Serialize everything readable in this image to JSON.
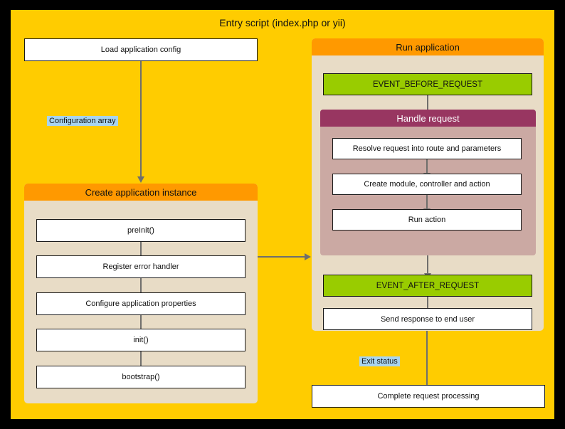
{
  "diagram": {
    "title": "Entry script (index.php or yii)",
    "colors": {
      "entry_panel": "#FFCC00",
      "group_header_orange": "#FF9900",
      "group_body_beige": "#E8DCC6",
      "handle_request_header": "#983661",
      "handle_request_body": "#CBA9A3",
      "event_box": "#99CC00",
      "edge_label_highlight": "#A8D4F0",
      "arrow": "#706F6C",
      "box_fill": "#FFFFFF",
      "background": "#000000"
    },
    "left_column": {
      "load_config_box": "Load application config",
      "edge_label": "Configuration array",
      "create_instance_group": {
        "header": "Create application instance",
        "steps": [
          "preInit()",
          "Register error handler",
          "Configure application properties",
          "init()",
          "bootstrap()"
        ]
      }
    },
    "right_column": {
      "run_application_group": {
        "header": "Run application",
        "event_before": "EVENT_BEFORE_REQUEST",
        "handle_request_group": {
          "header": "Handle request",
          "steps": [
            "Resolve request into route and parameters",
            "Create module, controller and action",
            "Run action"
          ]
        },
        "event_after": "EVENT_AFTER_REQUEST",
        "send_response": "Send response to end user"
      },
      "edge_label": "Exit status",
      "complete_box": "Complete request processing"
    }
  }
}
